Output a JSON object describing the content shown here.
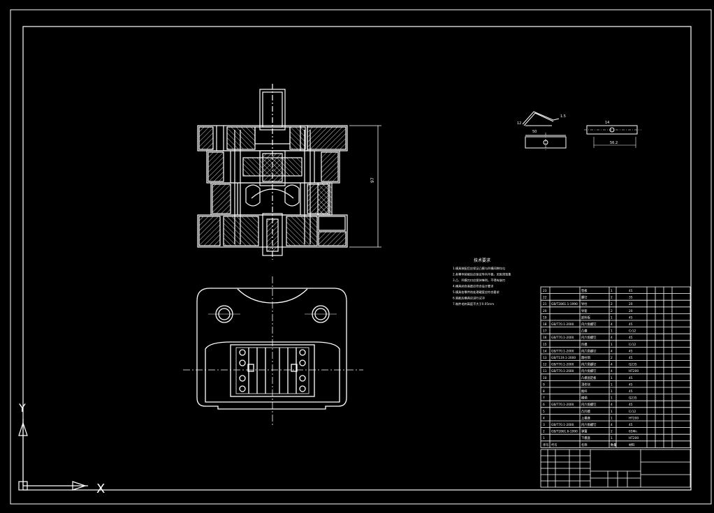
{
  "drawing": {
    "background": "#000000",
    "line_color": "#ffffff",
    "dimensions": {
      "overall_height": "97",
      "part_width": "50",
      "part_length": "56.2",
      "part_length_small": "14",
      "part_height_small": "12",
      "part_thickness": "1.5"
    },
    "tech_requirements": {
      "title": "技术要求",
      "lines": [
        "1.模具装配后应保证凸模与凹模间隙均匀",
        "2.各零件装配后应保证导向平稳，无阻滞现象",
        "3.凸、凹模刃口应保持锋利，不得有崩刃",
        "4.模具闭合高度应符合设计要求",
        "5.模具各零件热处理硬度应符合要求",
        "6.装配后模具应进行试冲",
        "7.制件毛刺高度不大于0.05mm"
      ]
    },
    "bom": {
      "rows": [
        [
          "23",
          "",
          "垫板",
          "1",
          "45"
        ],
        [
          "22",
          "",
          "螺钉",
          "2",
          "35"
        ],
        [
          "21",
          "GB/T2861.1-1990",
          "导柱",
          "2",
          "20"
        ],
        [
          "20",
          "",
          "导套",
          "2",
          "20"
        ],
        [
          "19",
          "",
          "卸料板",
          "1",
          "45"
        ],
        [
          "18",
          "GB/T70.1-2000",
          "内六角螺钉",
          "4",
          "45"
        ],
        [
          "17",
          "",
          "凸模",
          "1",
          "Cr12"
        ],
        [
          "16",
          "GB/T70.1-2000",
          "内六角螺钉",
          "4",
          "45"
        ],
        [
          "15",
          "",
          "凹模",
          "1",
          "Cr12"
        ],
        [
          "14",
          "GB/T70.1-2000",
          "内六角螺钉",
          "4",
          "45"
        ],
        [
          "13",
          "GB/T119.1-2000",
          "圆柱销",
          "2",
          "45"
        ],
        [
          "12",
          "GB/T70.1-2000",
          "内六角螺钉",
          "4",
          "Q235"
        ],
        [
          "11",
          "GB/T70.1-2000",
          "内六角螺钉",
          "4",
          "HT200"
        ],
        [
          "10",
          "",
          "凸模固定板",
          "1",
          "45"
        ],
        [
          "9",
          "",
          "顶件块",
          "1",
          "45"
        ],
        [
          "8",
          "",
          "推杆",
          "1",
          "45"
        ],
        [
          "7",
          "",
          "模柄",
          "1",
          "Q235"
        ],
        [
          "6",
          "GB/T70.1-2000",
          "内六角螺钉",
          "4",
          "45"
        ],
        [
          "5",
          "",
          "凸凹模",
          "1",
          "Cr12"
        ],
        [
          "4",
          "",
          "上模座",
          "1",
          "HT200"
        ],
        [
          "3",
          "GB/T70.1-2000",
          "内六角螺钉",
          "4",
          "45"
        ],
        [
          "2",
          "GB/T2861.6-1990",
          "弹簧",
          "2",
          "65Mn"
        ],
        [
          "1",
          "",
          "下模座",
          "1",
          "HT200"
        ]
      ],
      "header": [
        "序号",
        "代号",
        "名称",
        "数量",
        "材料"
      ]
    },
    "ucs": {
      "x_label": "X",
      "y_label": "Y"
    }
  }
}
